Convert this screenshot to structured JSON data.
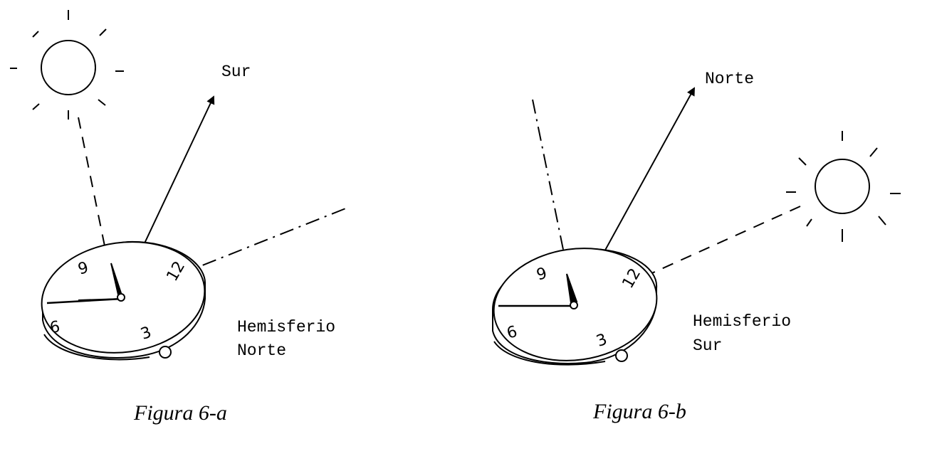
{
  "figures": [
    {
      "direction_label": "Sur",
      "hemisphere_line1": "Hemisferio",
      "hemisphere_line2": "Norte",
      "caption": "Figura 6-a",
      "dial_numbers": [
        "9",
        "12",
        "6",
        "3"
      ]
    },
    {
      "direction_label": "Norte",
      "hemisphere_line1": "Hemisferio",
      "hemisphere_line2": "Sur",
      "caption": "Figura 6-b",
      "dial_numbers": [
        "9",
        "12",
        "6",
        "3"
      ]
    }
  ]
}
